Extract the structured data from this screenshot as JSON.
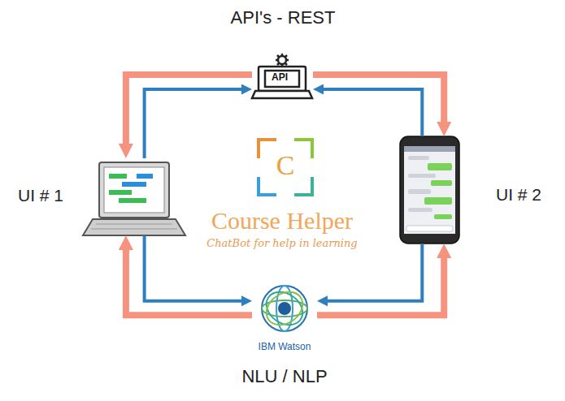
{
  "diagram": {
    "nodes": [
      {
        "text": [
          "API's - REST",
          "API"
        ]
      },
      {
        "text": [
          "UI # 1"
        ]
      },
      {
        "text": [
          "UI # 2"
        ]
      },
      {
        "text": [
          "IBM Watson",
          "NLU / NLP"
        ]
      }
    ],
    "edges": [
      {
        "from": 0,
        "to": 1,
        "arrow": "to"
      },
      {
        "from": 1,
        "to": 0,
        "arrow": "to"
      },
      {
        "from": 0,
        "to": 2,
        "arrow": "to"
      },
      {
        "from": 2,
        "to": 0,
        "arrow": "to"
      },
      {
        "from": 1,
        "to": 3,
        "arrow": "to"
      },
      {
        "from": 3,
        "to": 1,
        "arrow": "to"
      },
      {
        "from": 2,
        "to": 3,
        "arrow": "to"
      },
      {
        "from": 3,
        "to": 2,
        "arrow": "to"
      }
    ],
    "labels": [
      "C",
      "Course Helper",
      "ChatBot for help in learning"
    ]
  }
}
